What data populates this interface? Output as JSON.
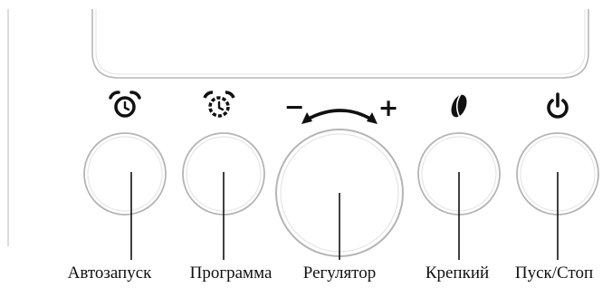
{
  "panel": {
    "labels": [
      {
        "key": "auto_start",
        "text": "Автозапуск"
      },
      {
        "key": "program",
        "text": "Программа"
      },
      {
        "key": "regulator",
        "text": "Регулятор"
      },
      {
        "key": "strong",
        "text": "Крепкий"
      },
      {
        "key": "start_stop",
        "text": "Пуск/Стоп"
      }
    ],
    "regulator_signs": {
      "minus": "−",
      "plus": "+"
    },
    "icons": [
      "alarm-clock-icon",
      "alarm-clock-dashed-icon",
      "rotate-arrows-icon",
      "coffee-bean-icon",
      "power-icon"
    ],
    "colors": {
      "line": "#111111",
      "outline": "#b5b5b5",
      "outline_inner": "#e6e6e6"
    }
  }
}
